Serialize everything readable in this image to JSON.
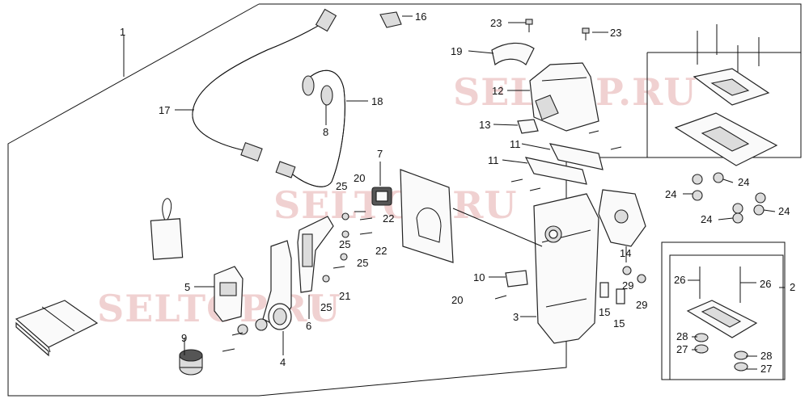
{
  "watermarks": [
    "SELTOP.RU",
    "SELTOP.RU",
    "SELTOP.RU"
  ],
  "callouts": [
    {
      "id": "c1",
      "text": "1"
    },
    {
      "id": "c2",
      "text": "2"
    },
    {
      "id": "c3",
      "text": "3"
    },
    {
      "id": "c4",
      "text": "4"
    },
    {
      "id": "c5",
      "text": "5"
    },
    {
      "id": "c6",
      "text": "6"
    },
    {
      "id": "c7",
      "text": "7"
    },
    {
      "id": "c8",
      "text": "8"
    },
    {
      "id": "c9",
      "text": "9"
    },
    {
      "id": "c10",
      "text": "10"
    },
    {
      "id": "c11a",
      "text": "11"
    },
    {
      "id": "c11b",
      "text": "11"
    },
    {
      "id": "c12",
      "text": "12"
    },
    {
      "id": "c13",
      "text": "13"
    },
    {
      "id": "c14",
      "text": "14"
    },
    {
      "id": "c15a",
      "text": "15"
    },
    {
      "id": "c15b",
      "text": "15"
    },
    {
      "id": "c16",
      "text": "16"
    },
    {
      "id": "c17",
      "text": "17"
    },
    {
      "id": "c18",
      "text": "18"
    },
    {
      "id": "c19",
      "text": "19"
    },
    {
      "id": "c20a",
      "text": "20"
    },
    {
      "id": "c20b",
      "text": "20"
    },
    {
      "id": "c21",
      "text": "21"
    },
    {
      "id": "c22a",
      "text": "22"
    },
    {
      "id": "c22b",
      "text": "22"
    },
    {
      "id": "c23a",
      "text": "23"
    },
    {
      "id": "c23b",
      "text": "23"
    },
    {
      "id": "c24a",
      "text": "24"
    },
    {
      "id": "c24b",
      "text": "24"
    },
    {
      "id": "c24c",
      "text": "24"
    },
    {
      "id": "c24d",
      "text": "24"
    },
    {
      "id": "c25a",
      "text": "25"
    },
    {
      "id": "c25b",
      "text": "25"
    },
    {
      "id": "c25c",
      "text": "25"
    },
    {
      "id": "c25d",
      "text": "25"
    },
    {
      "id": "c26a",
      "text": "26"
    },
    {
      "id": "c26b",
      "text": "26"
    },
    {
      "id": "c27a",
      "text": "27"
    },
    {
      "id": "c27b",
      "text": "27"
    },
    {
      "id": "c28a",
      "text": "28"
    },
    {
      "id": "c28b",
      "text": "28"
    },
    {
      "id": "c29a",
      "text": "29"
    },
    {
      "id": "c29b",
      "text": "29"
    }
  ]
}
